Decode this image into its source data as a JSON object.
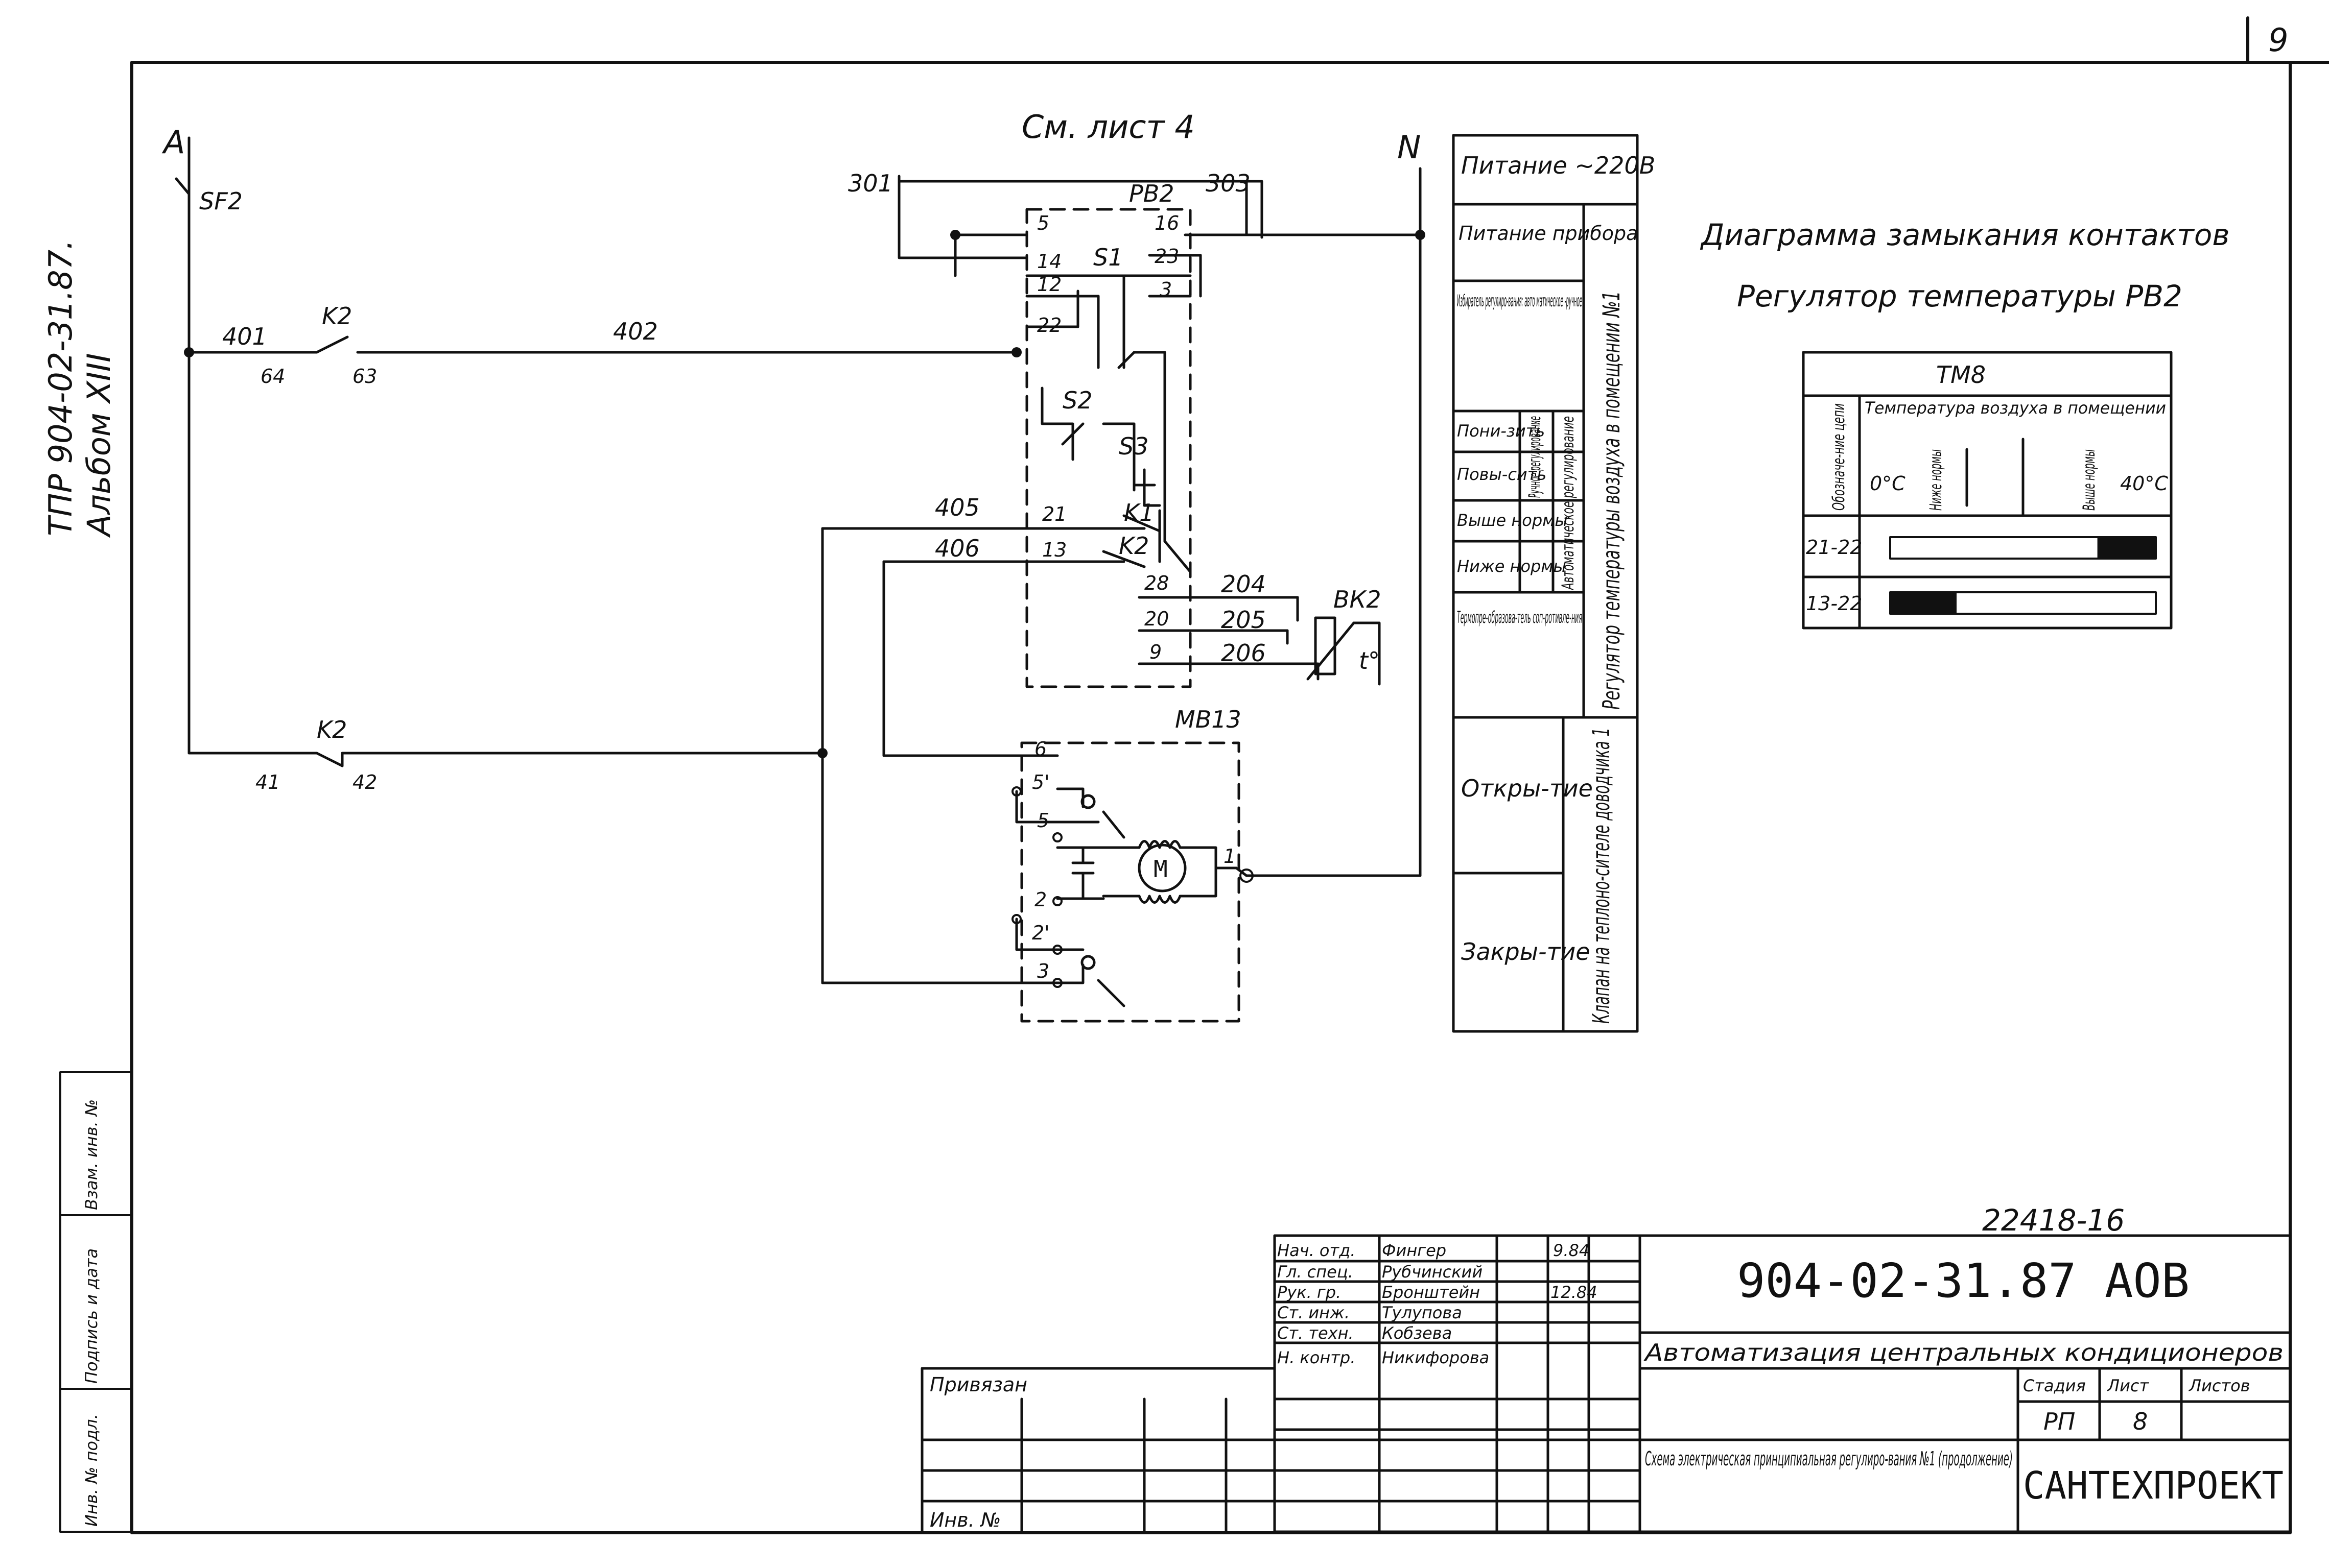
{
  "sheet": {
    "page_number": "9",
    "side_code": "ТПР 904-02-31.87.",
    "side_album": "Альбом XIII",
    "doc_number_handwritten": "22418-16"
  },
  "colors": {
    "ink": "#111111",
    "paper": "#ffffff"
  },
  "schematic": {
    "phase_label": "A",
    "neutral_label": "N",
    "breaker": "SF2",
    "see_sheet": "См. лист 4",
    "wire_301": "301",
    "wire_303": "303",
    "wire_401": "401",
    "wire_402": "402",
    "wire_405": "405",
    "wire_406": "406",
    "wire_204": "204",
    "wire_205": "205",
    "wire_206": "206",
    "wire_41": "41",
    "wire_42": "42",
    "relay_k2_top": "K2",
    "relay_k2_bottom": "K2",
    "contact_64": "64",
    "contact_63": "63",
    "regulator": "РВ2",
    "switch_s1": "S1",
    "switch_s2": "S2",
    "switch_s3": "S3",
    "relay_k1": "K1",
    "relay_k2_inner": "K2",
    "sensor": "ВК2",
    "sensor_temp": "t°",
    "motor_unit": "МВ13",
    "motor_symbol": "M",
    "terminals_left": [
      "5",
      "14",
      "12",
      "22",
      "21",
      "13"
    ],
    "terminals_right": [
      "16",
      "23",
      "3"
    ],
    "terminals_sensor": [
      "28",
      "20",
      "9"
    ],
    "terminals_motor": [
      "6",
      "5'",
      "5",
      "2",
      "2'",
      "3"
    ],
    "terminal_motor_right": "1"
  },
  "legend": {
    "rows": [
      {
        "text": "Питание ~220В",
        "sub": ""
      },
      {
        "text": "Питание прибора",
        "sub": ""
      },
      {
        "text": "Избиратель регулиро-вания: авто матическое -ручное",
        "sub": ""
      },
      {
        "text": "Пони-зить",
        "sub": ""
      },
      {
        "text": "Повы-сить",
        "sub": ""
      },
      {
        "text": "Выше нормы",
        "sub": ""
      },
      {
        "text": "Ниже нормы",
        "sub": ""
      },
      {
        "text": "Термопре-образова-тель соп-ротивле-ния",
        "sub": ""
      },
      {
        "text": "Откры-тие",
        "sub": ""
      },
      {
        "text": "Закры-тие",
        "sub": ""
      }
    ],
    "side_manual": "Ручное регулирование",
    "side_auto": "Автоматическое регулирование",
    "vertical_regulator": "Регулятор температуры воздуха в помещении №1",
    "vertical_valve": "Клапан на теплоно-сителе доводчика 1"
  },
  "contact_diagram": {
    "title": "Диаграмма замыкания контактов",
    "subtitle": "Регулятор температуры РВ2",
    "table_header": "ТМ8",
    "col_circuit": "Обозначе-ние цепи",
    "col_temp": "Температура воздуха в помещении",
    "temp_min": "0°С",
    "temp_max": "40°С",
    "below_norm": "Ниже нормы",
    "above_norm": "Выше нормы",
    "rows": [
      {
        "circuit": "21-22",
        "closed_from": 0.78,
        "closed_to": 1.0
      },
      {
        "circuit": "13-22",
        "closed_from": 0.0,
        "closed_to": 0.25
      }
    ]
  },
  "title_block": {
    "staff": [
      {
        "role": "Нач. отд.",
        "name": "Фингер",
        "date": "9.84"
      },
      {
        "role": "Гл. спец.",
        "name": "Рубчинский",
        "date": ""
      },
      {
        "role": "Рук. гр.",
        "name": "Бронштейн",
        "date": "12.84"
      },
      {
        "role": "Ст. инж.",
        "name": "Тулупова",
        "date": ""
      },
      {
        "role": "Ст. техн.",
        "name": "Кобзева",
        "date": ""
      },
      {
        "role": "Н. контр.",
        "name": "Никифорова",
        "date": ""
      }
    ],
    "doc_code": "904-02-31.87",
    "doc_suffix": "АОВ",
    "project": "Автоматизация центральных кондиционеров",
    "stage_label": "Стадия",
    "sheet_label": "Лист",
    "sheets_label": "Листов",
    "stage": "РП",
    "sheet": "8",
    "drawing_title": "Схема электрическая принципиальная регулиро-вания №1 (продолжение)",
    "organization": "САНТЕХПРОЕКТ",
    "tied_label": "Привязан",
    "inv_label": "Инв. №",
    "side_stamp_1": "Инв. № подл.",
    "side_stamp_2": "Подпись и дата",
    "side_stamp_3": "Взам. инв. №"
  }
}
